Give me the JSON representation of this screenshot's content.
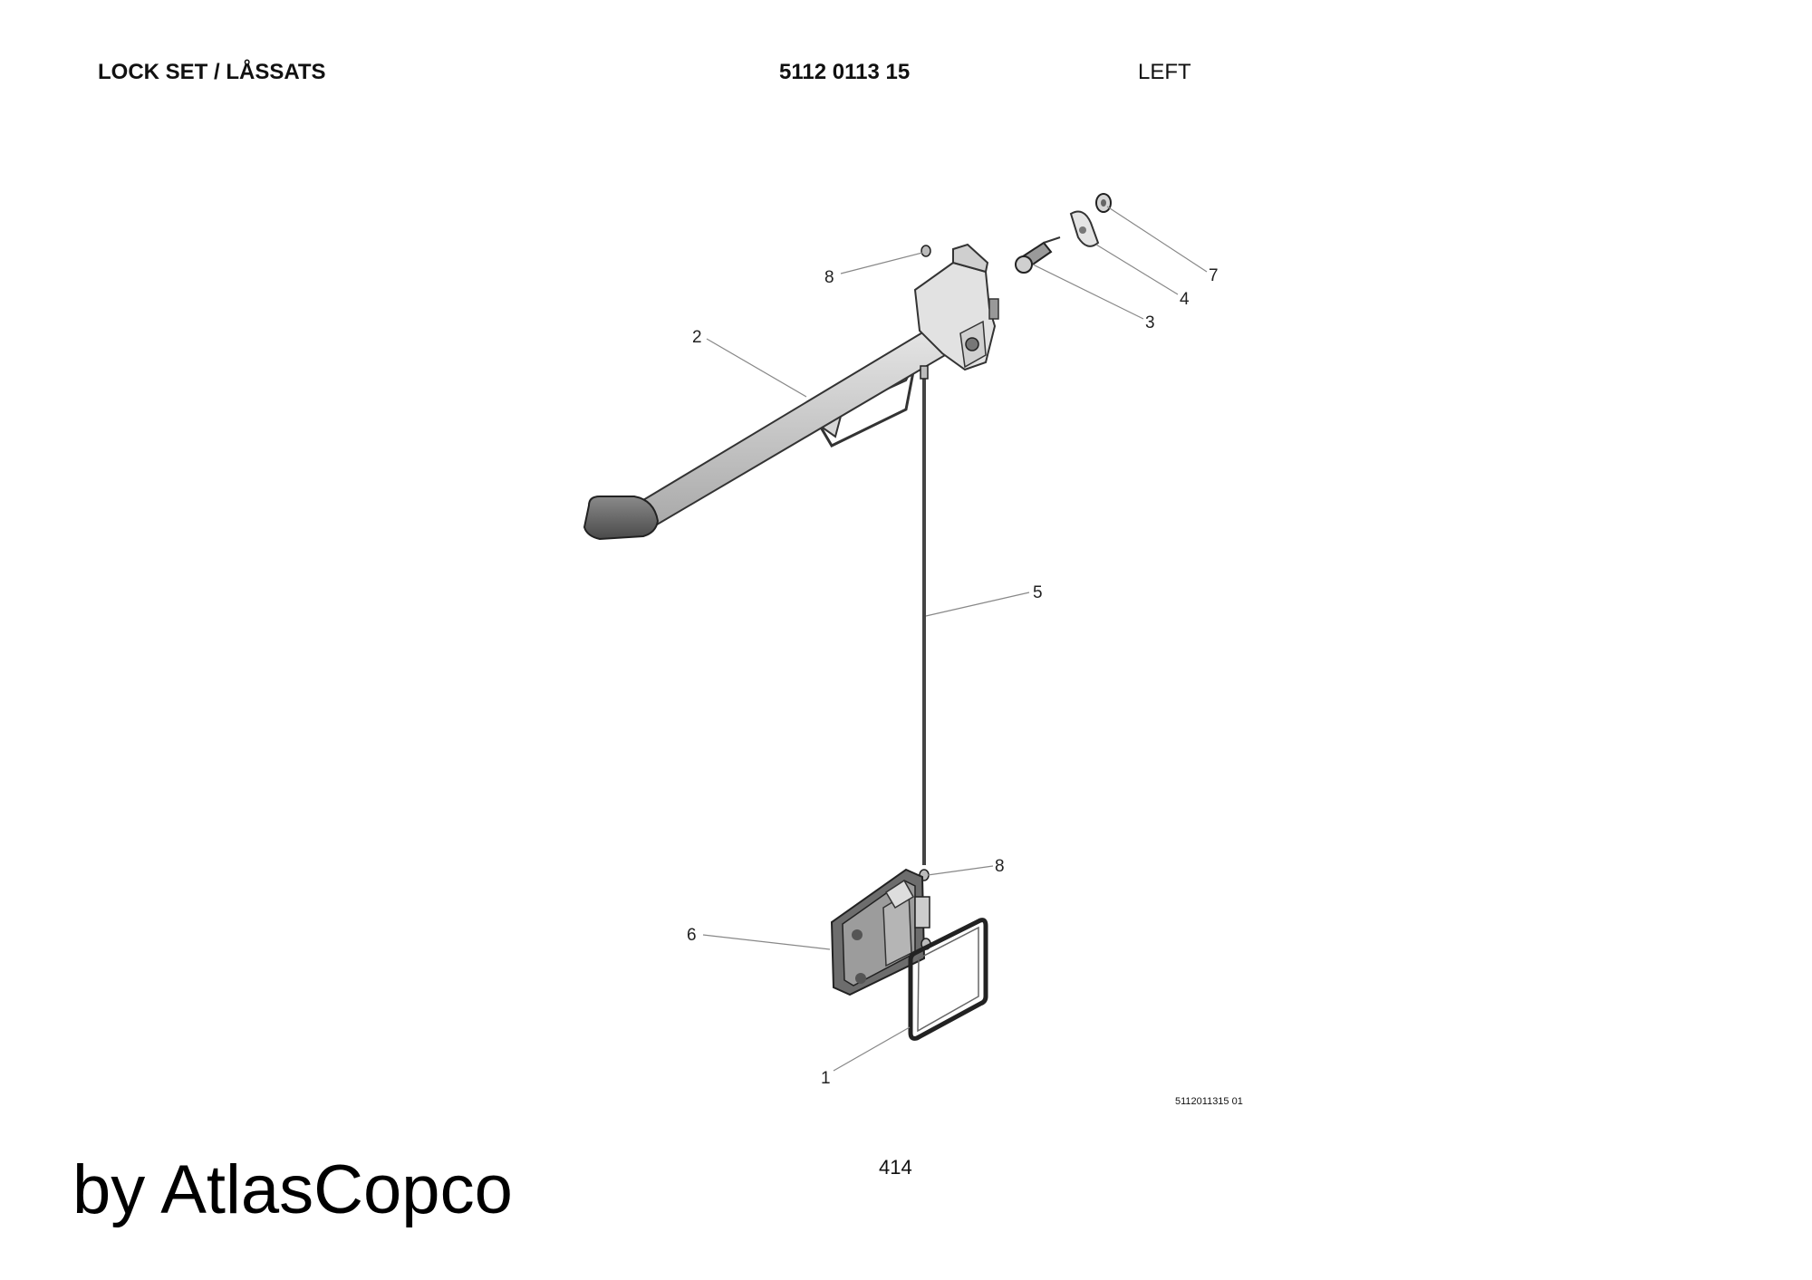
{
  "header": {
    "title": "LOCK SET / LÅSSATS",
    "part_number": "5112 0113 15",
    "side": "LEFT"
  },
  "callouts": [
    {
      "id": "c8a",
      "label": "8"
    },
    {
      "id": "c2",
      "label": "2"
    },
    {
      "id": "c7",
      "label": "7"
    },
    {
      "id": "c4",
      "label": "4"
    },
    {
      "id": "c3",
      "label": "3"
    },
    {
      "id": "c5",
      "label": "5"
    },
    {
      "id": "c8b",
      "label": "8"
    },
    {
      "id": "c6",
      "label": "6"
    },
    {
      "id": "c1",
      "label": "1"
    }
  ],
  "figure_ref": "5112011315 01",
  "page_number": "414",
  "watermark": "by AtlasCopco"
}
